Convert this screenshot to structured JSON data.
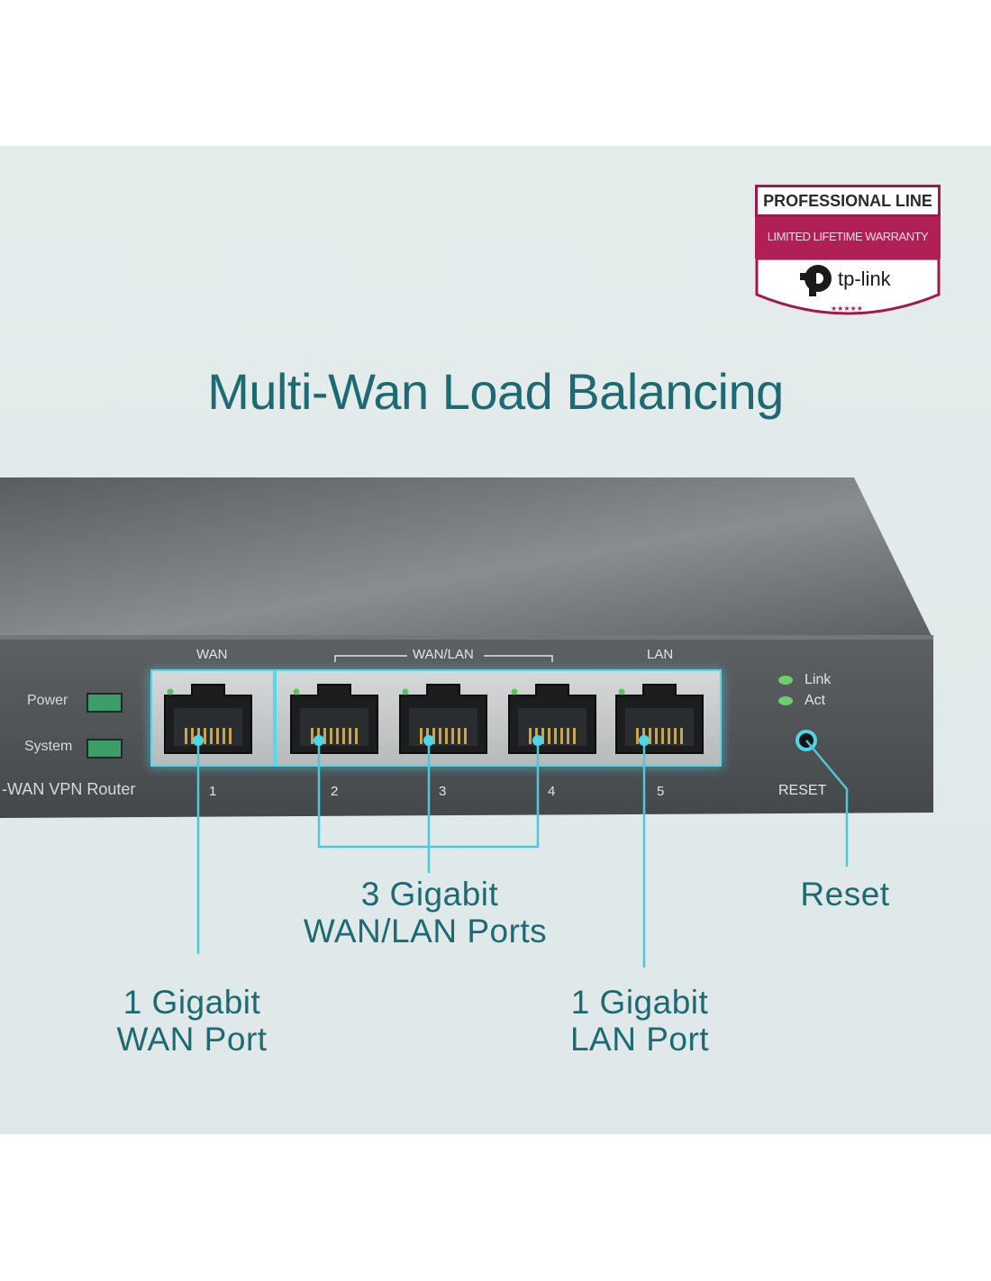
{
  "title": "Multi-Wan Load Balancing",
  "badge": {
    "line1": "PROFESSIONAL LINE",
    "line2": "LIMITED LIFETIME WARRANTY",
    "brand": "tp-link",
    "stars": "★★★★★",
    "colors": {
      "frame": "#a3174a",
      "band": "#b01f55"
    }
  },
  "router": {
    "model_text": "-WAN VPN Router",
    "power_label": "Power",
    "system_label": "System",
    "wan_label": "WAN",
    "wanlan_label": "WAN/LAN",
    "lan_label": "LAN",
    "port_numbers": [
      "1",
      "2",
      "3",
      "4",
      "5"
    ],
    "link_label": "Link",
    "act_label": "Act",
    "reset_label": "RESET"
  },
  "callouts": {
    "wan": {
      "line1": "1 Gigabit",
      "line2": "WAN Port"
    },
    "wanlan": {
      "line1": "3 Gigabit",
      "line2": "WAN/LAN Ports"
    },
    "lan": {
      "line1": "1 Gigabit",
      "line2": "LAN Port"
    },
    "reset": {
      "line1": "Reset"
    }
  },
  "colors": {
    "accent": "#1e6a72",
    "highlight": "#4fd6e6",
    "background": "#e1e9ea"
  }
}
